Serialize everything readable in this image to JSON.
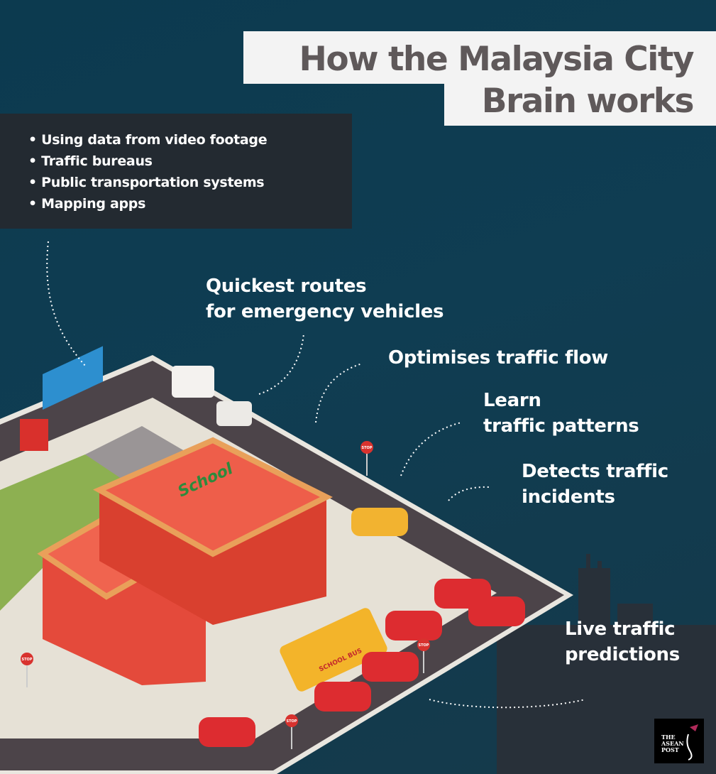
{
  "title": {
    "line1": "How the Malaysia City",
    "line2": "Brain works"
  },
  "data_sources": [
    "• Using data from video footage",
    "• Traffic bureaus",
    "• Public transportation systems",
    "• Mapping apps"
  ],
  "labels": {
    "quickest_routes": {
      "line1": "Quickest routes",
      "line2": "for emergency vehicles"
    },
    "optimises_flow": "Optimises traffic flow",
    "learn_patterns": {
      "line1": "Learn",
      "line2": "traffic patterns"
    },
    "detects_incidents": {
      "line1": "Detects traffic",
      "line2": "incidents"
    },
    "live_predictions": {
      "line1": "Live traffic",
      "line2": "predictions"
    }
  },
  "illustration": {
    "school_sign": "School",
    "bus_sign": "SCHOOL BUS",
    "stop_sign": "STOP"
  },
  "logo": {
    "line1": "THE",
    "line2": "ASEAN",
    "line3": "POST"
  },
  "colors": {
    "background": "#0f3d52",
    "title_box": "#f3f3f3",
    "title_text": "#5f595a",
    "bullet_box": "#232a31",
    "building": "#e8483a",
    "road": "#4c4449"
  }
}
